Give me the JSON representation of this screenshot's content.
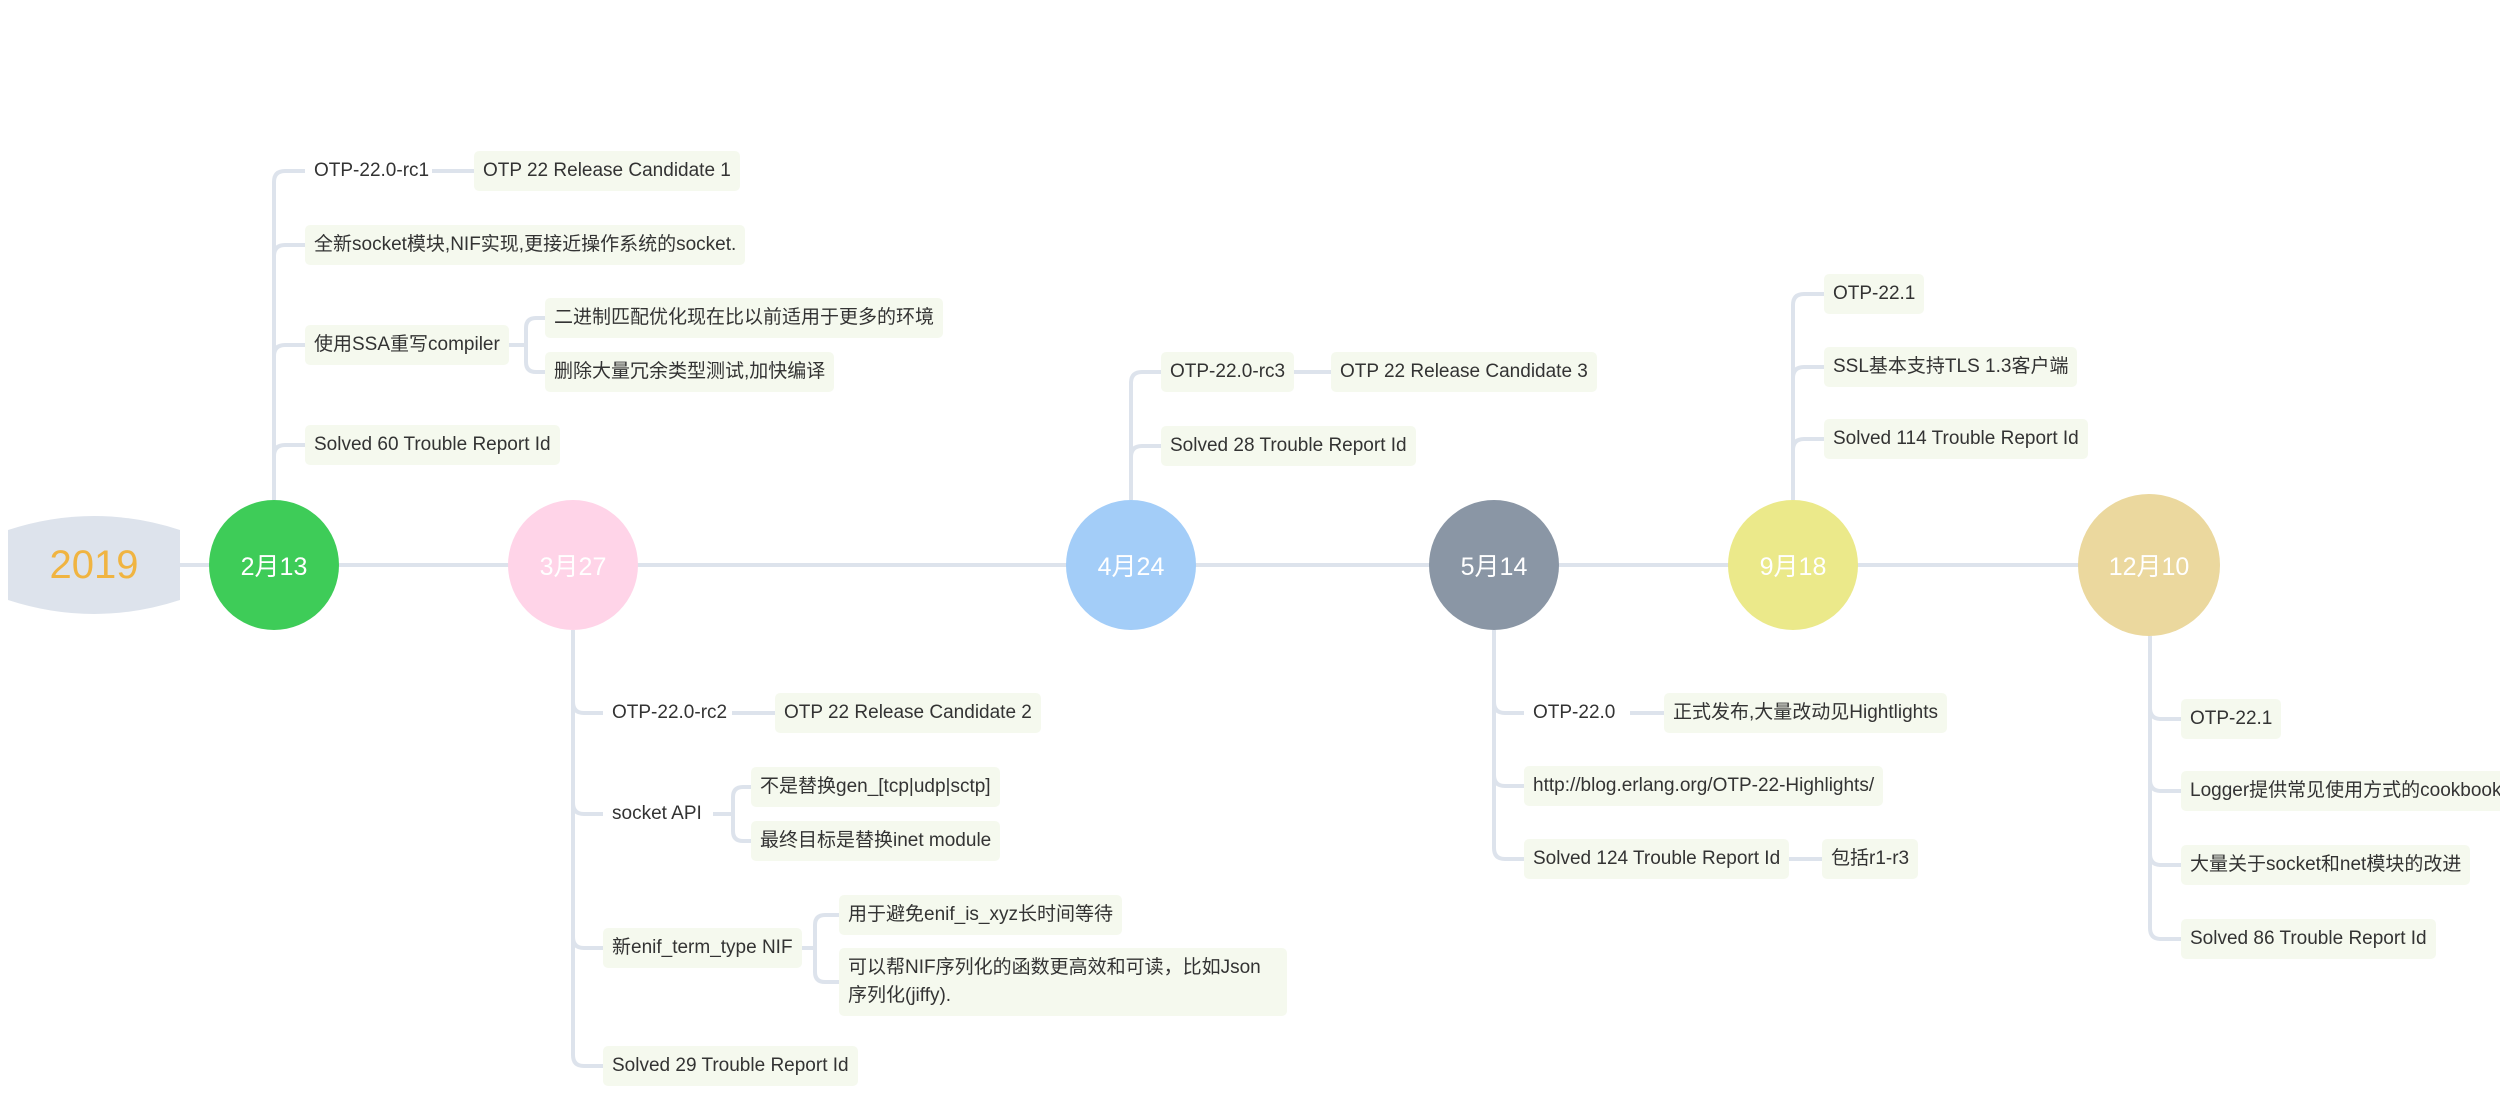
{
  "year": "2019",
  "dates": {
    "d1": "2月13",
    "d2": "3月27",
    "d3": "4月24",
    "d4": "5月14",
    "d5": "9月18",
    "d6": "12月10"
  },
  "colors": {
    "d1": "#3ecc58",
    "d2": "#ffd4e8",
    "d3": "#a3cdf8",
    "d4": "#8a96a5",
    "d5": "#ebe98a",
    "d6": "#ebd89e",
    "year_text": "#f0b441",
    "year_bg": "#dde3ec",
    "line": "#dde3ec",
    "node_bg": "#f5f9ee"
  },
  "feb13": {
    "rc1": "OTP-22.0-rc1",
    "rc1_desc": "OTP 22 Release Candidate 1",
    "socket": "全新socket模块,NIF实现,更接近操作系统的socket.",
    "ssa": "使用SSA重写compiler",
    "ssa_1": "二进制匹配优化现在比以前适用于更多的环境",
    "ssa_2": "删除大量冗余类型测试,加快编译",
    "solved": "Solved 60 Trouble Report Id"
  },
  "mar27": {
    "rc2": "OTP-22.0-rc2",
    "rc2_desc": "OTP 22 Release Candidate 2",
    "socket_api": "socket API",
    "socket_api_1": "不是替换gen_[tcp|udp|sctp]",
    "socket_api_2": "最终目标是替换inet module",
    "enif": "新enif_term_type NIF",
    "enif_1": "用于避免enif_is_xyz长时间等待",
    "enif_2": "可以帮NIF序列化的函数更高效和可读，比如Json序列化(jiffy).",
    "solved": "Solved 29 Trouble Report Id"
  },
  "apr24": {
    "rc3": "OTP-22.0-rc3",
    "rc3_desc": "OTP 22 Release Candidate 3",
    "solved": "Solved 28 Trouble Report Id"
  },
  "may14": {
    "release": "OTP-22.0",
    "release_desc": "正式发布,大量改动见Hightlights",
    "link": "http://blog.erlang.org/OTP-22-Highlights/",
    "solved": "Solved 124 Trouble Report Id",
    "solved_desc": "包括r1-r3"
  },
  "sep18": {
    "release": "OTP-22.1",
    "tls": "SSL基本支持TLS 1.3客户端",
    "solved": "Solved 114 Trouble Report Id"
  },
  "dec10": {
    "release": "OTP-22.1",
    "logger": "Logger提供常见使用方式的cookbook",
    "socket": "大量关于socket和net模块的改进",
    "solved": "Solved 86 Trouble Report Id"
  }
}
